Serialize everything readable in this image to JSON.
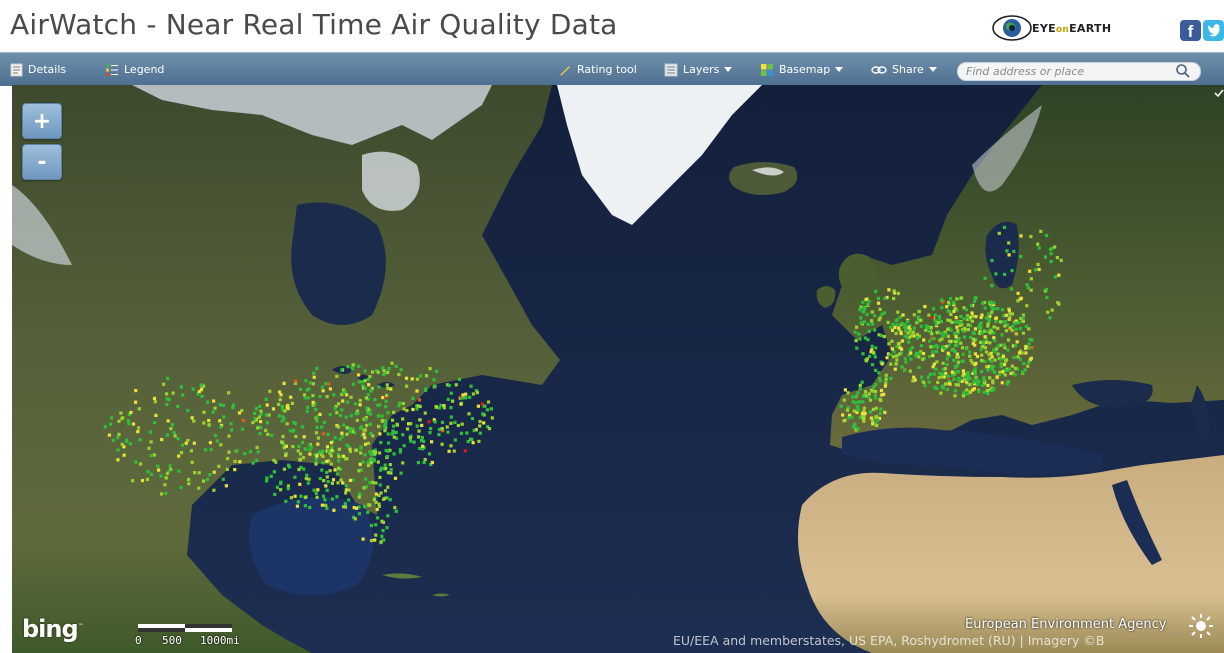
{
  "header": {
    "title": "AirWatch - Near Real Time Air Quality Data",
    "logo_text_1": "EYE",
    "logo_text_2": "on",
    "logo_text_3": "EARTH",
    "facebook_label": "f"
  },
  "toolbar": {
    "details_label": "Details",
    "legend_label": "Legend",
    "rating_label": "Rating tool",
    "layers_label": "Layers",
    "basemap_label": "Basemap",
    "share_label": "Share",
    "search_placeholder": "Find address or place"
  },
  "map": {
    "zoom_in_label": "+",
    "zoom_out_label": "-",
    "bing_label": "bing",
    "bing_tm": "™",
    "scale_labels": [
      "0",
      "500",
      "1000mi"
    ],
    "agency_label": "European Environment Agency",
    "attribution": "EU/EEA and memberstates, US EPA, Roshydromet (RU) | Imagery ©B"
  },
  "colors": {
    "toolbar": "#5b7c9c",
    "ocean": "#1b2a4a",
    "station_good": "#2fbf3a",
    "station_fair": "#9ad22e",
    "station_moderate": "#e9e23a",
    "station_poor": "#e05a24",
    "station_bad": "#d81c1c"
  },
  "icons": {
    "details": "document-icon",
    "legend": "list-icon",
    "rating": "pencil-icon",
    "layers": "layers-icon",
    "basemap": "grid-icon",
    "share": "link-icon",
    "search": "search-icon"
  }
}
